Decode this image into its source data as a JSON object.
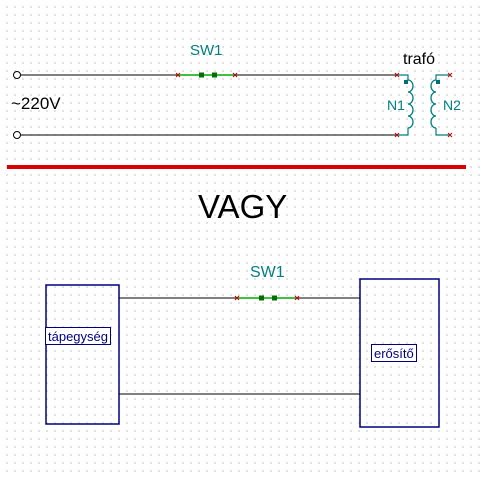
{
  "top_circuit": {
    "switch_label": "SW1",
    "voltage_label": "~220V",
    "transformer_label": "trafó",
    "primary_label": "N1",
    "secondary_label": "N2"
  },
  "separator_word": "VAGY",
  "bottom_circuit": {
    "switch_label": "SW1",
    "power_supply_label": "tápegység",
    "amplifier_label": "erősítő"
  },
  "colors": {
    "wire": "#000000",
    "switch": "#00aa00",
    "label_teal": "#008080",
    "coil": "#008080",
    "terminal_mark": "#cc0000",
    "divider": "#dd0000",
    "block": "#000080"
  }
}
